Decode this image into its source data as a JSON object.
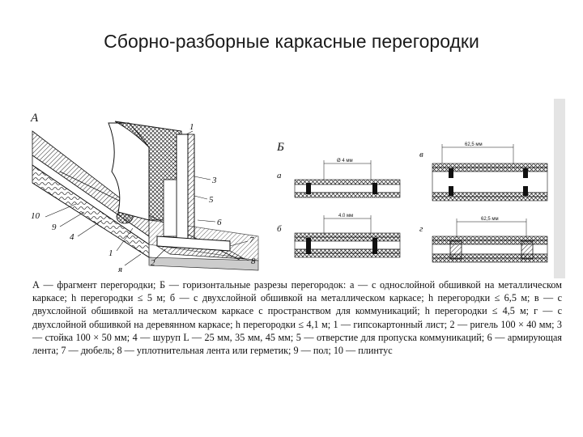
{
  "slide": {
    "title": "Сборно-разборные каркасные перегородки"
  },
  "figure": {
    "part_a_label": "А",
    "part_b_label": "Б",
    "callouts": {
      "c1_top": "1",
      "c3": "3",
      "c5": "5",
      "c6": "6",
      "c7": "7",
      "c8": "8",
      "c10": "10",
      "c9": "9",
      "c4": "4",
      "c1": "1",
      "c2": "2",
      "cya": "я"
    },
    "sections": {
      "a": {
        "label": "а",
        "dim": "Ø 4 мм"
      },
      "b": {
        "label": "б",
        "dim": "4.0 мм"
      },
      "v": {
        "label": "в",
        "dim": "62,5 мм"
      },
      "g": {
        "label": "г",
        "dim": "62,5 мм"
      }
    }
  },
  "caption": {
    "text": "А — фрагмент перегородки; Б — горизонтальные разрезы перегородок: а — с однослойной обшивкой на металлическом каркасе; h перегородки ≤ 5 м; б — с двухслойной обшивкой на металлическом каркасе; h перегородки ≤ 6,5 м; в — с двухслойной обшивкой на металлическом каркасе с пространством для коммуникаций; h перегородки ≤ 4,5 м; г — с двухслойной обшивкой на деревянном каркасе; h перегородки ≤ 4,1 м; 1 — гипсокартонный лист; 2 — ригель 100 × 40 мм; 3 — стойка 100 × 50 мм; 4 — шуруп L — 25 мм, 35 мм, 45 мм; 5 — отверстие для пропуска коммуникаций; 6 — армирующая лента; 7 — дюбель; 8 — уплотнительная лента или герметик; 9 — пол; 10 — плинтус"
  }
}
